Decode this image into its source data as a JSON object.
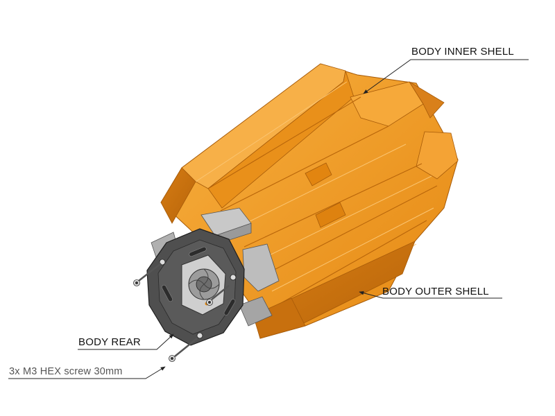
{
  "callouts": {
    "inner_shell": "BODY INNER SHELL",
    "outer_shell": "BODY OUTER SHELL",
    "rear": "BODY REAR",
    "screw": "3x M3 HEX screw 30mm"
  },
  "colors": {
    "shell_orange": "#f39a1f",
    "shell_orange_dark": "#c96f10",
    "rear_dark": "#4a4a4a",
    "bracket_grey": "#b8b8b8",
    "leader_line": "#222222"
  }
}
